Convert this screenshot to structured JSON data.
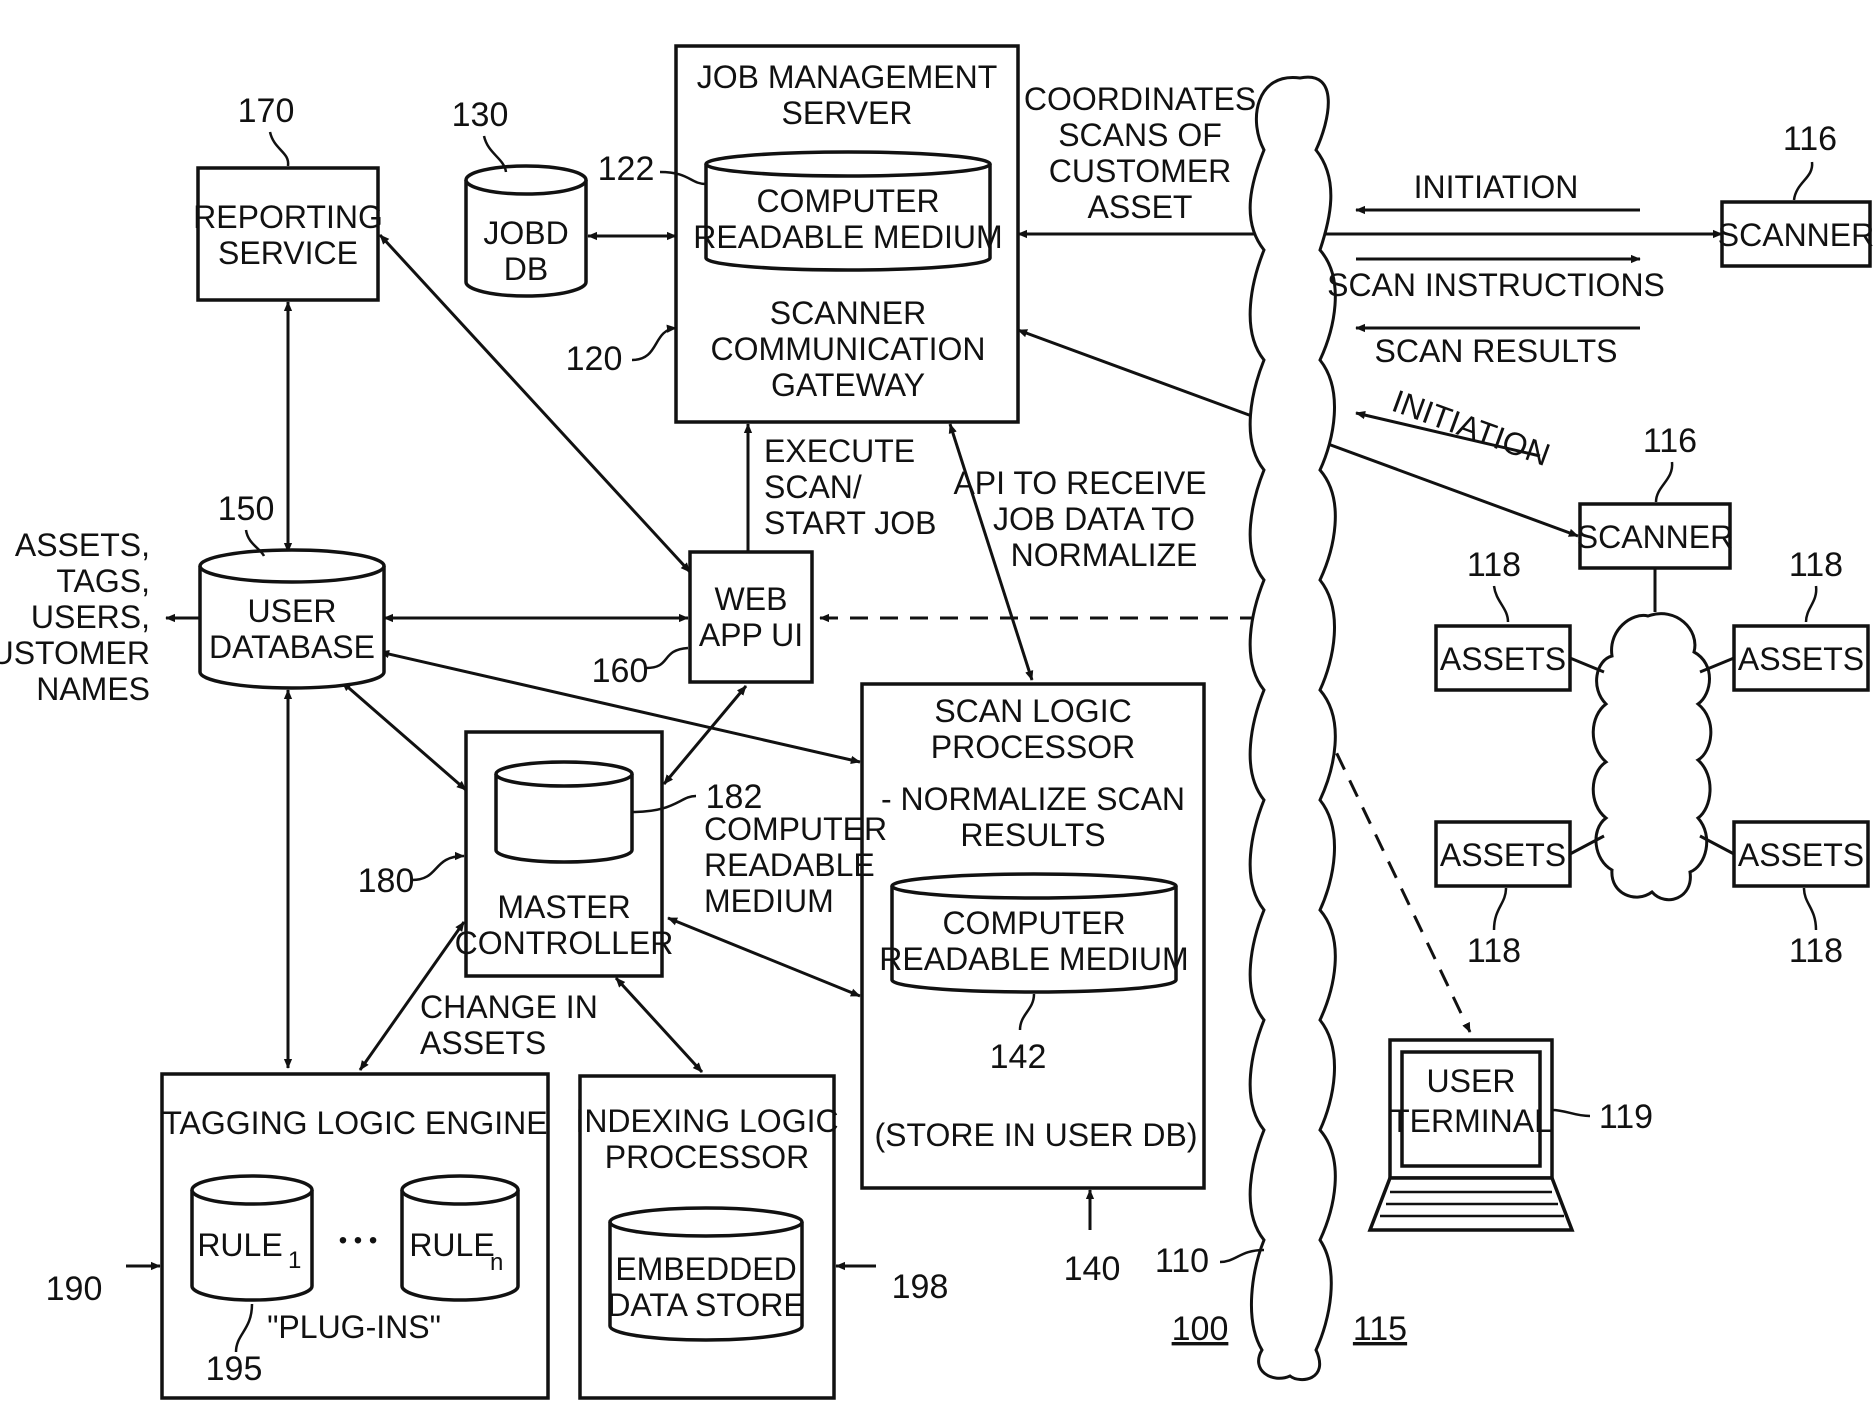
{
  "job_mgmt": {
    "title_l1": "JOB MANAGEMENT",
    "title_l2": "SERVER",
    "crm_l1": "COMPUTER",
    "crm_l2": "READABLE MEDIUM",
    "gw_l1": "SCANNER",
    "gw_l2": "COMMUNICATION",
    "gw_l3": "GATEWAY"
  },
  "jobdb": {
    "l1": "JOBD",
    "l2": "DB"
  },
  "reporting": {
    "l1": "REPORTING",
    "l2": "SERVICE"
  },
  "userdb": {
    "l1": "USER",
    "l2": "DATABASE"
  },
  "userdb_out": {
    "l1": "ASSETS,",
    "l2": "TAGS,",
    "l3": "USERS,",
    "l4": "CUSTOMER",
    "l5": "NAMES"
  },
  "webapp": {
    "l1": "WEB",
    "l2": "APP UI"
  },
  "execute": {
    "l1": "EXECUTE",
    "l2": "SCAN/",
    "l3": "START JOB"
  },
  "api": {
    "l1": "API TO RECEIVE",
    "l2": "JOB DATA TO",
    "l3": "NORMALIZE"
  },
  "coordinates": {
    "l1": "COORDINATES",
    "l2": "SCANS OF",
    "l3": "CUSTOMER",
    "l4": "ASSET"
  },
  "scan_logic": {
    "l1": "SCAN LOGIC",
    "l2": "PROCESSOR",
    "l3": "- NORMALIZE SCAN",
    "l4": "RESULTS",
    "crm_l1": "COMPUTER",
    "crm_l2": "READABLE MEDIUM",
    "store": "(STORE IN USER DB)"
  },
  "master": {
    "l1": "MASTER",
    "l2": "CONTROLLER",
    "crm_l1": "COMPUTER",
    "crm_l2": "READABLE",
    "crm_l3": "MEDIUM"
  },
  "change_assets": {
    "l1": "CHANGE IN",
    "l2": "ASSETS"
  },
  "tagging": {
    "title": "TAGGING LOGIC ENGINE",
    "rule1": "RULE",
    "rule1_sub": "1",
    "dots": "• • •",
    "rulen": "RULE",
    "rulen_sub": "n",
    "plugins": "\"PLUG-INS\""
  },
  "indexing": {
    "l1": "INDEXING LOGIC",
    "l2": "PROCESSOR",
    "store_l1": "EMBEDDED",
    "store_l2": "DATA STORE"
  },
  "arrows_text": {
    "initiation_top": "INITIATION",
    "scan_instructions": "SCAN INSTRUCTIONS",
    "scan_results": "SCAN RESULTS",
    "initiation_diag": "INITIATION"
  },
  "scanner_label": "SCANNER",
  "assets_label": "ASSETS",
  "user_terminal": {
    "l1": "USER",
    "l2": "TERMINAL"
  },
  "refs": {
    "r100": "100",
    "r110": "110",
    "r115": "115",
    "r116a": "116",
    "r116b": "116",
    "r118a": "118",
    "r118b": "118",
    "r118c": "118",
    "r118d": "118",
    "r119": "119",
    "r120": "120",
    "r122": "122",
    "r130": "130",
    "r140": "140",
    "r142": "142",
    "r150": "150",
    "r160": "160",
    "r170": "170",
    "r180": "180",
    "r182": "182",
    "r190": "190",
    "r195": "195",
    "r198": "198"
  }
}
